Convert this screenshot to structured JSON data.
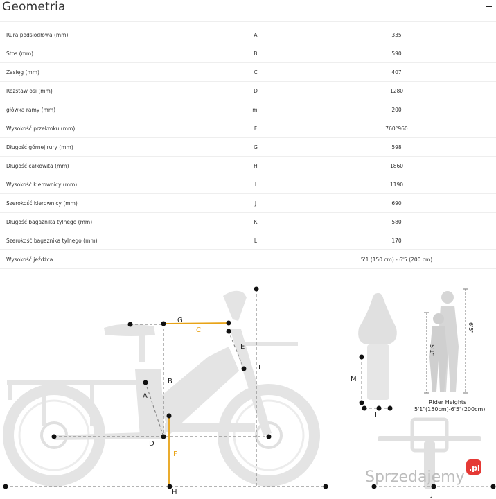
{
  "header": {
    "title": "Geometria",
    "toggle": "−"
  },
  "rows": [
    {
      "name": "Rura podsiodłowa (mm)",
      "sym": "A",
      "val": "335"
    },
    {
      "name": "Stos (mm)",
      "sym": "B",
      "val": "590"
    },
    {
      "name": "Zasięg (mm)",
      "sym": "C",
      "val": "407"
    },
    {
      "name": "Rozstaw osi (mm)",
      "sym": "D",
      "val": "1280"
    },
    {
      "name": "główka ramy (mm)",
      "sym": "mi",
      "val": "200"
    },
    {
      "name": "Wysokość przekroku (mm)",
      "sym": "F",
      "val": "760°960"
    },
    {
      "name": "Długość górnej rury (mm)",
      "sym": "G",
      "val": "598"
    },
    {
      "name": "Długość całkowita (mm)",
      "sym": "H",
      "val": "1860"
    },
    {
      "name": "Wysokość kierownicy (mm)",
      "sym": "I",
      "val": "1190"
    },
    {
      "name": "Szerokość kierownicy (mm)",
      "sym": "J",
      "val": "690"
    },
    {
      "name": "Długość bagażnika tylnego (mm)",
      "sym": "K",
      "val": "580"
    },
    {
      "name": "Szerokość bagażnika tylnego (mm)",
      "sym": "L",
      "val": "170"
    },
    {
      "name": "Wysokość jeźdźca",
      "sym": "",
      "val": "5'1 (150 cm) - 6'5 (200 cm)"
    }
  ],
  "diagram": {
    "labels": {
      "A": "A",
      "B": "B",
      "C": "C",
      "D": "D",
      "E": "E",
      "F": "F",
      "G": "G",
      "H": "H",
      "I": "I",
      "J": "J",
      "L": "L",
      "M": "M"
    },
    "rider_heights_title": "Rider Heights",
    "rider_heights_range": "5'1\"(150cm)-6'5\"(200cm)",
    "tall": "6'5\"",
    "short": "5'1\"",
    "watermark": "Sprzedajemy",
    "watermark_tld": ".pl",
    "colors": {
      "accent": "#e8a317",
      "bike": "#e4e4e4",
      "watermark_red": "#e53935"
    }
  }
}
